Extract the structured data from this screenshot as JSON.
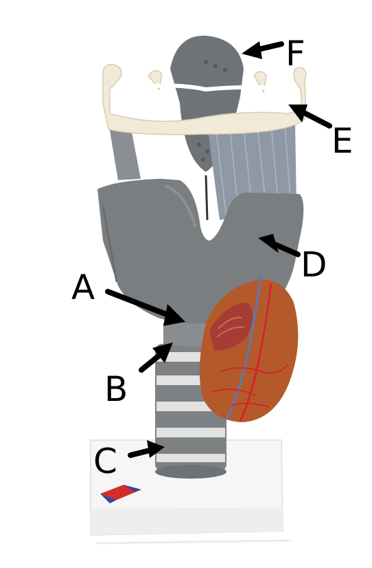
{
  "labels": {
    "a": "A",
    "b": "B",
    "c": "C",
    "d": "D",
    "e": "E",
    "f": "F"
  },
  "colors": {
    "cartilage_gray": "#7b7e81",
    "cartilage_dark": "#5e6165",
    "hyoid_bone": "#f1ead9",
    "membrane_blue": "#8b96a6",
    "thyroid_gland": "#b45a2a",
    "muscle": "#a63d35",
    "vessel_red": "#d2252c",
    "vessel_blue": "#5a78b8",
    "trachea_ring": "#dcdcdc",
    "base_white": "#f7f7f7",
    "logo_red": "#d62b2b",
    "logo_blue": "#2c4aa0",
    "arrow": "#000000"
  }
}
